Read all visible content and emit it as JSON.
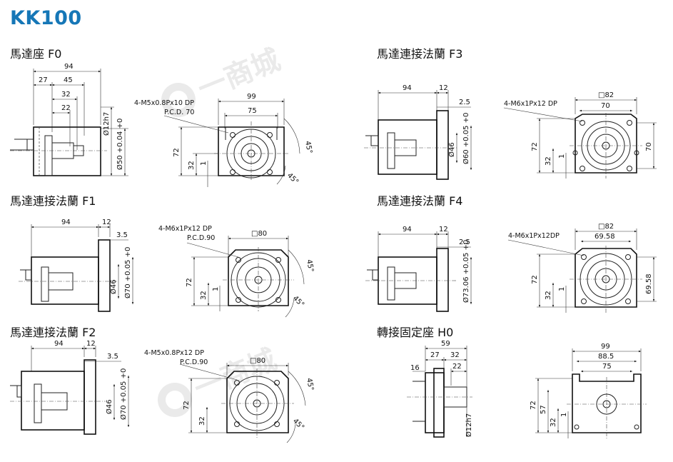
{
  "title": "KK100",
  "sections": {
    "f0": {
      "title": "馬達座 F0",
      "dims": [
        "94",
        "27",
        "45",
        "32",
        "22",
        "Ø12h7",
        "Ø50 +0.04 +0",
        "99",
        "75",
        "72",
        "32",
        "1",
        "45°",
        "45°"
      ],
      "note1": "4-M5x0.8Px10 DP",
      "note2": "P.C.D. 70"
    },
    "f3": {
      "title": "馬達連接法蘭 F3",
      "dims": [
        "94",
        "12",
        "2.5",
        "Ø46",
        "Ø60 +0.05 +0",
        "□82",
        "70",
        "72",
        "32",
        "1",
        "70"
      ],
      "note1": "4-M6x1Px12 DP"
    },
    "f1": {
      "title": "馬達連接法蘭 F1",
      "dims": [
        "94",
        "12",
        "3.5",
        "Ø46",
        "Ø70 +0.05 +0",
        "□80",
        "72",
        "32",
        "1",
        "45°",
        "45°"
      ],
      "note1": "4-M6x1Px12 DP",
      "note2": "P.C.D.90"
    },
    "f4": {
      "title": "馬達連接法蘭 F4",
      "dims": [
        "94",
        "12",
        "2.5",
        "Ø73.06 +0.05 +0",
        "□82",
        "69.58",
        "72",
        "32",
        "1",
        "69.58"
      ],
      "note1": "4-M6x1Px12DP"
    },
    "f2": {
      "title": "馬達連接法蘭 F2",
      "dims": [
        "94",
        "12",
        "3.5",
        "Ø46",
        "Ø70 +0.05 +0",
        "□80",
        "72",
        "32",
        "45°",
        "45°"
      ],
      "note1": "4-M5x0.8Px12 DP",
      "note2": "P.C.D.90"
    },
    "h0": {
      "title": "轉接固定座 H0",
      "dims": [
        "59",
        "27",
        "32",
        "22",
        "16",
        "Ø12h7",
        "99",
        "88.5",
        "75",
        "72",
        "57",
        "32",
        "1"
      ]
    }
  },
  "watermark": "一商城",
  "colors": {
    "title": "#1677b7",
    "line": "#222222",
    "watermark": "#d9d9d9"
  }
}
